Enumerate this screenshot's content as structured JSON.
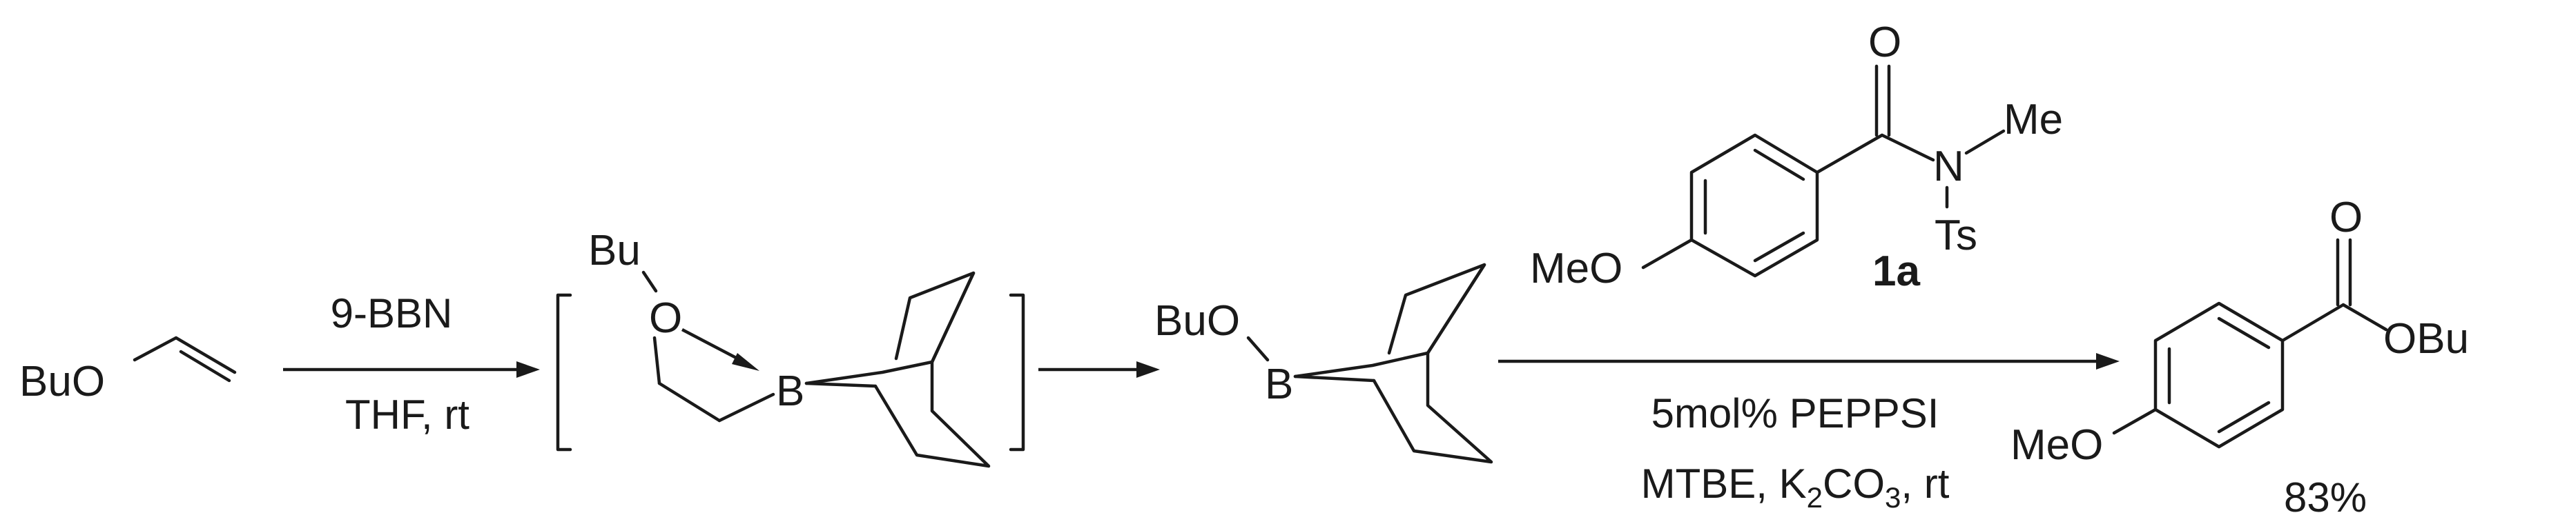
{
  "reactant": {
    "label": "BuO"
  },
  "step1": {
    "reagent": "9-BBN",
    "conditions": "THF, rt"
  },
  "intermediate": {
    "label_bu": "Bu",
    "label_o": "O",
    "label_b": "B"
  },
  "boronate": {
    "label_buo": "BuO",
    "label_b": "B"
  },
  "amide": {
    "label_o": "O",
    "label_n": "N",
    "label_me": "Me",
    "label_ts": "Ts",
    "label_meo": "MeO",
    "compound_id": "1a"
  },
  "step3": {
    "catalyst": "5mol% PEPPSI",
    "conditions_prefix": "MTBE, K",
    "k_subscript": "2",
    "conditions_mid": "CO",
    "co_subscript": "3",
    "conditions_suffix": ", rt"
  },
  "product": {
    "label_o": "O",
    "label_obu": "OBu",
    "label_meo": "MeO",
    "yield": "83%"
  }
}
